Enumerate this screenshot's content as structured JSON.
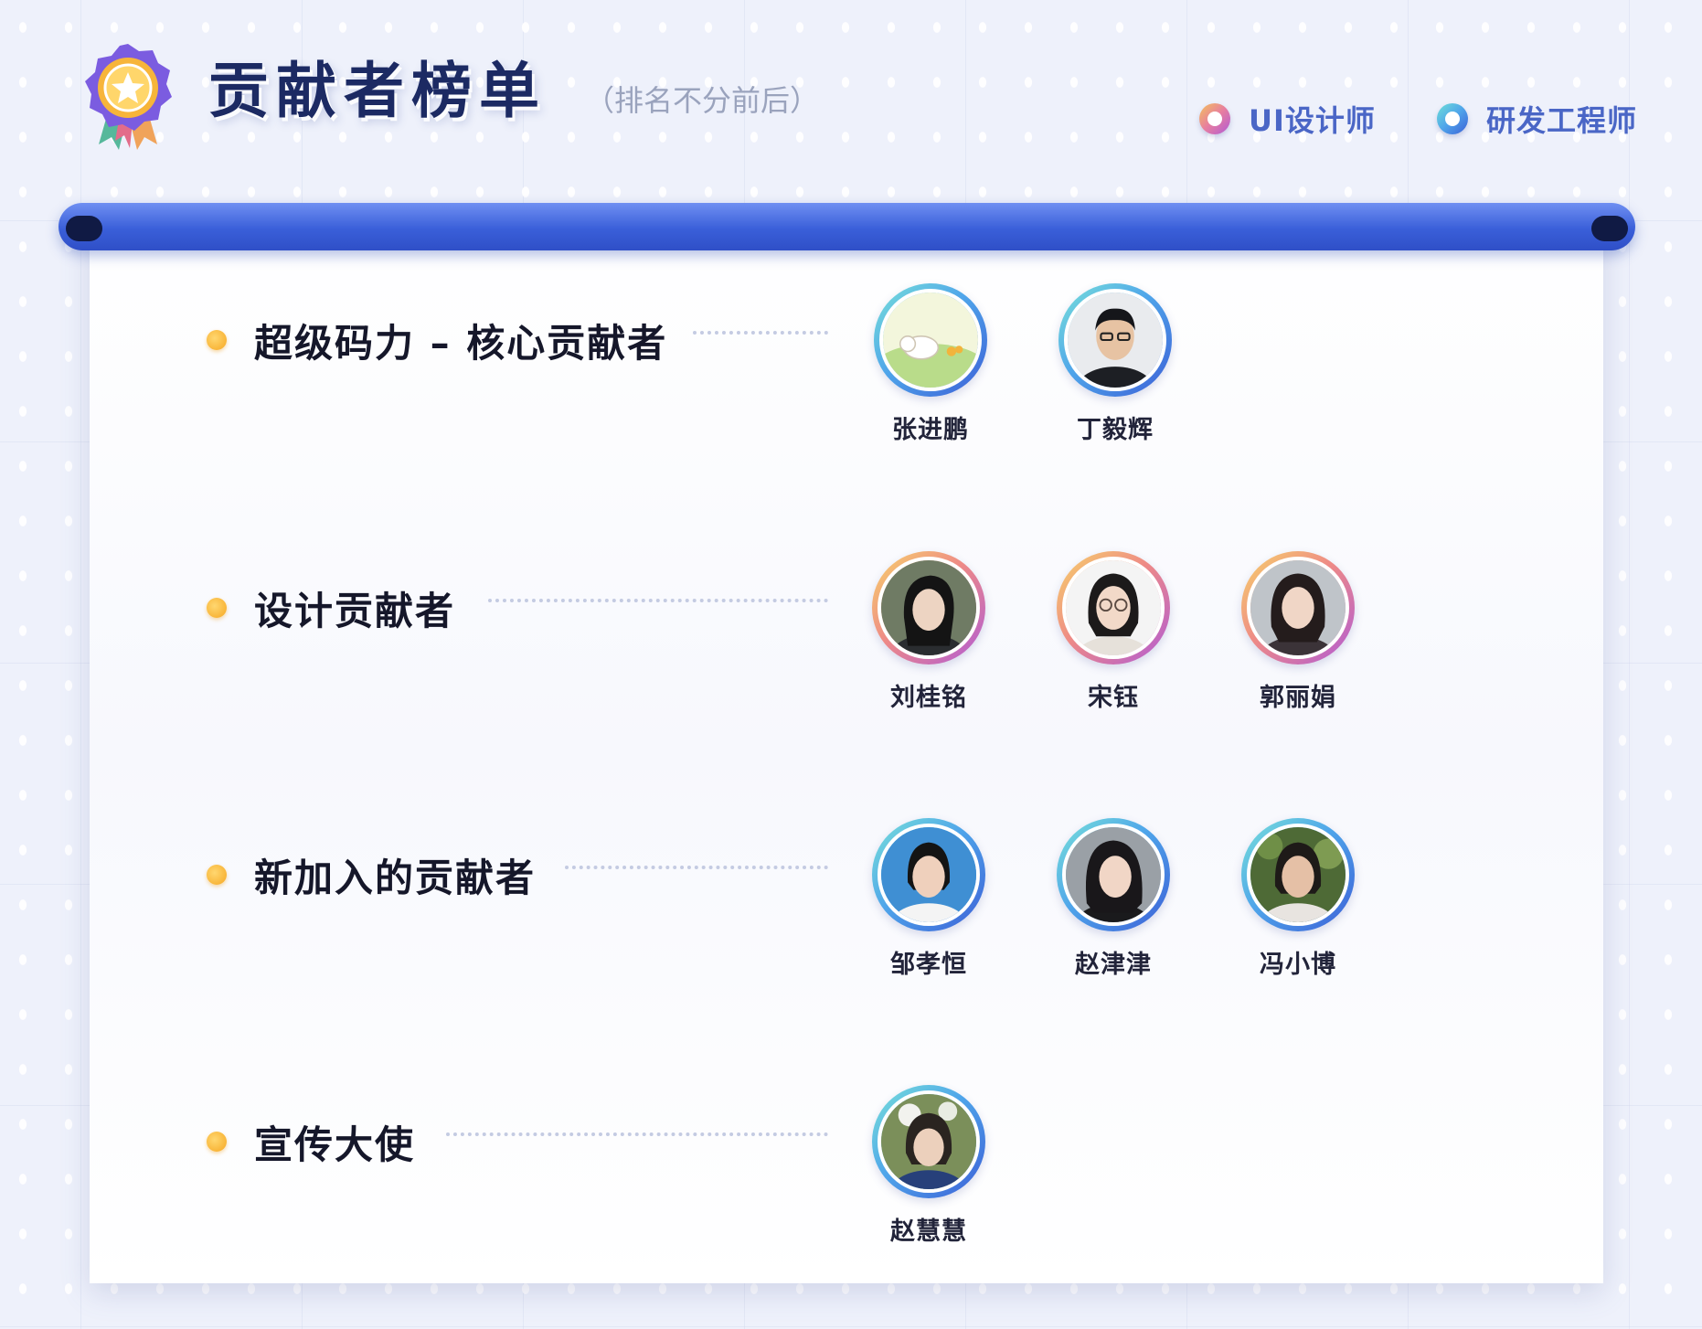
{
  "header": {
    "title": "贡献者榜单",
    "subtitle": "（排名不分前后）",
    "medal_icon": "medal-star-icon"
  },
  "legend": [
    {
      "label": "UI设计师",
      "color_start": "#f4c25a",
      "color_end": "#b05ad6"
    },
    {
      "label": "研发工程师",
      "color_start": "#6ee0d8",
      "color_end": "#3c5fd7"
    }
  ],
  "colors": {
    "title": "#1c2a63",
    "legend_text": "#4a66c6",
    "roller": "#3a5fd9",
    "bullet": "#f6a722"
  },
  "groups": [
    {
      "title": "超级码力 – 核心贡献者",
      "members": [
        {
          "name": "张进鹏",
          "role": "研发工程师"
        },
        {
          "name": "丁毅辉",
          "role": "研发工程师"
        }
      ]
    },
    {
      "title": "设计贡献者",
      "members": [
        {
          "name": "刘桂铭",
          "role": "UI设计师"
        },
        {
          "name": "宋钰",
          "role": "UI设计师"
        },
        {
          "name": "郭丽娟",
          "role": "UI设计师"
        }
      ]
    },
    {
      "title": "新加入的贡献者",
      "members": [
        {
          "name": "邹孝恒",
          "role": "研发工程师"
        },
        {
          "name": "赵津津",
          "role": "研发工程师"
        },
        {
          "name": "冯小博",
          "role": "研发工程师"
        }
      ]
    },
    {
      "title": "宣传大使",
      "members": [
        {
          "name": "赵慧慧",
          "role": "研发工程师"
        }
      ]
    }
  ]
}
